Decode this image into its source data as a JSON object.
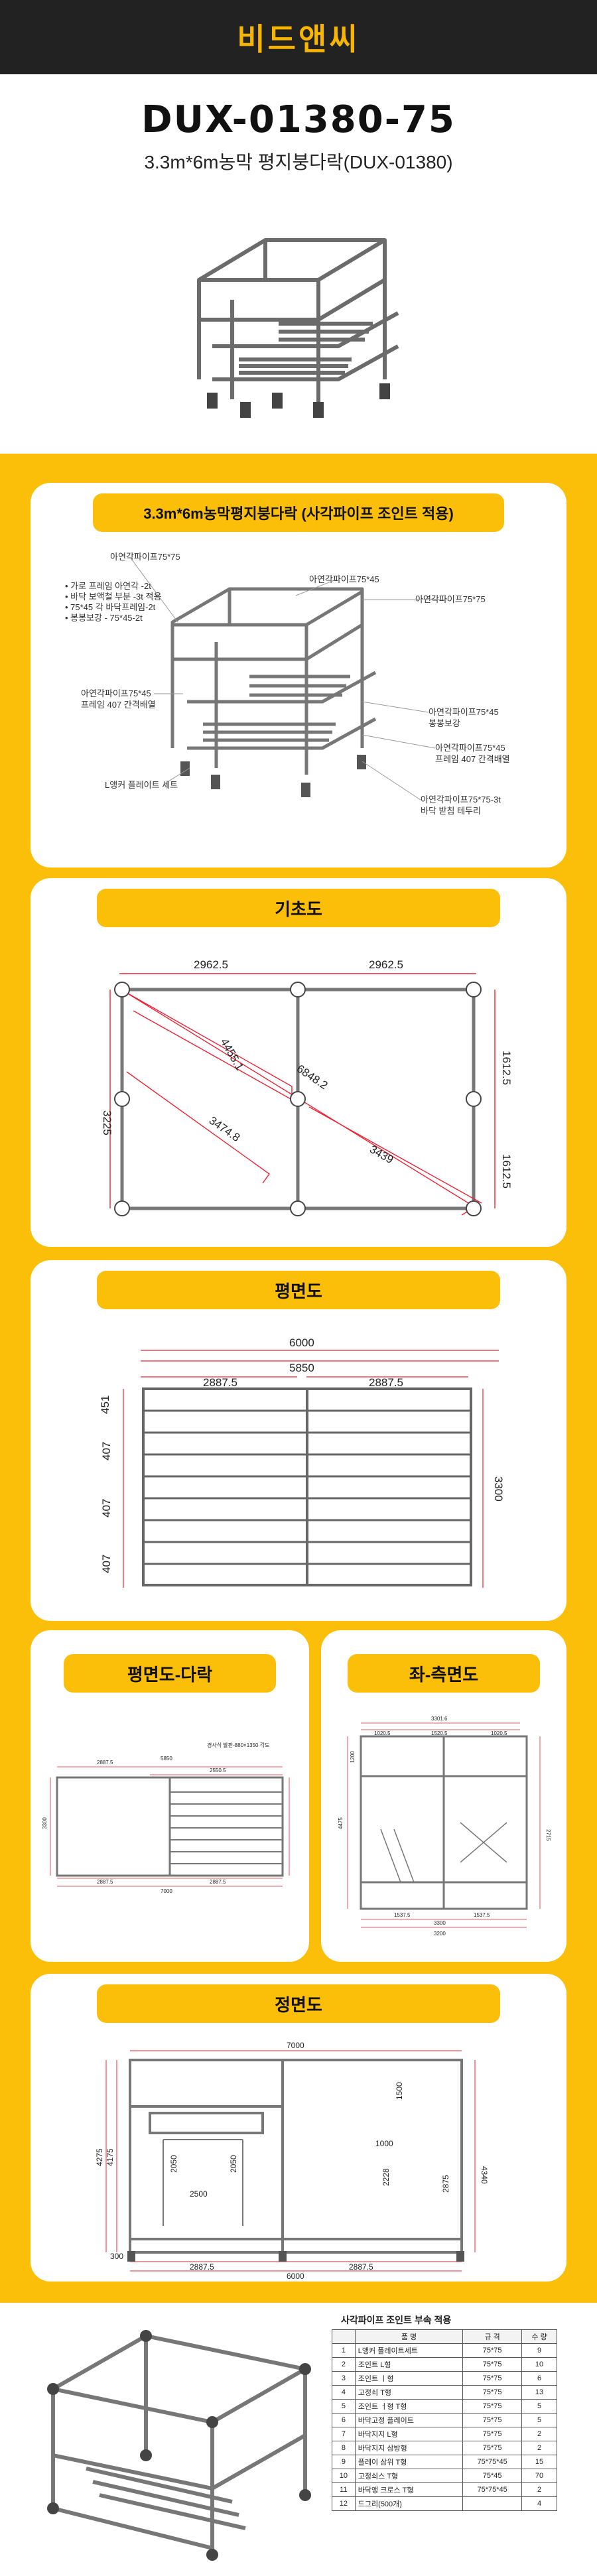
{
  "brand": "비드앤씨",
  "product": {
    "model": "DUX-01380-75",
    "subtitle": "3.3m*6m농막 평지붕다락(DUX-01380)"
  },
  "sections": {
    "overview": {
      "title": "3.3m*6m농막평지붕다락 (사각파이프 조인트 적용)",
      "labels": {
        "top_left": "아연각파이프75*75",
        "top_mid": "아연각파이프75*45",
        "top_right": "아연각파이프75*75",
        "notes": [
          "• 가로 프레임 아연각 -2t",
          "• 바닥 보액철 부분 -3t 적용",
          "• 75*45 각 바닥프레임-2t",
          "• 봉봉보강 - 75*45-2t"
        ],
        "left_mid": "아연각파이프75*45\n프레임 407 간격배열",
        "right_a": "아연각파이프75*45\n봉봉보강",
        "right_b": "아연각파이프75*45\n프레임 407 간격배열",
        "bottom_left": "L앵커 플레이트 세트",
        "bottom_right": "아연각파이프75*75-3t\n바닥 받침 테두리"
      }
    },
    "foundation": {
      "title": "기초도",
      "dims": {
        "top_a": "2962.5",
        "top_b": "2962.5",
        "right_a": "1612.5",
        "right_b": "1612.5",
        "left": "3225",
        "diag_a": "4455.1",
        "diag_b": "6848.2",
        "diag_c": "3474.8",
        "diag_d": "3439"
      }
    },
    "plan": {
      "title": "평면도",
      "dims": {
        "overall": "6000",
        "inner": "5850",
        "half_a": "2887.5",
        "half_b": "2887.5",
        "left_a": "451",
        "left_b": "407",
        "left_c": "407",
        "left_d": "407",
        "right": "3300"
      }
    },
    "loft_plan": {
      "title": "평면도-다락",
      "dims": {
        "a": "2887.5",
        "b": "2550.5",
        "c": "2887.5",
        "d": "2887.5",
        "e": "5850",
        "f": "3300",
        "g": "7000",
        "note": "경사식 발판-880×1350 각도"
      }
    },
    "side_view": {
      "title": "좌-측면도",
      "dims": {
        "top": "3301.6",
        "a": "1020.5",
        "b": "1520.5",
        "c": "1020.5",
        "h1": "1200",
        "h2": "4475",
        "h3": "2715",
        "d": "1537.5",
        "e": "1537.5",
        "f": "3300",
        "g": "3200"
      }
    },
    "front_view": {
      "title": "정면도",
      "dims": {
        "top": "7000",
        "a": "1500",
        "b": "1000",
        "c": "2050",
        "d": "2050",
        "e": "2500",
        "f": "2228",
        "g": "4275",
        "h": "4175",
        "i": "4340",
        "j": "2875",
        "k": "2887.5",
        "l": "2887.5",
        "m": "6000",
        "n": "300"
      }
    }
  },
  "parts_table": {
    "title": "사각파이프 조인트 부속 적용",
    "headers": [
      "",
      "품 명",
      "규 격",
      "수 량"
    ],
    "rows": [
      [
        "1",
        "L앵커 플레이트세트",
        "75*75",
        "9"
      ],
      [
        "2",
        "조인트 L형",
        "75*75",
        "10"
      ],
      [
        "3",
        "조인트 ㅣ형",
        "75*75",
        "6"
      ],
      [
        "4",
        "고정쇠 T형",
        "75*75",
        "13"
      ],
      [
        "5",
        "조인트 ㅓ형 T형",
        "75*75",
        "5"
      ],
      [
        "6",
        "바닥고정 플레이트",
        "75*75",
        "5"
      ],
      [
        "7",
        "바닥지지 L형",
        "75*75",
        "2"
      ],
      [
        "8",
        "바닥지지 삼방형",
        "75*75",
        "2"
      ],
      [
        "9",
        "플레이 삼위 T형",
        "75*75*45",
        "15"
      ],
      [
        "10",
        "고정쇠스 T형",
        "75*45",
        "70"
      ],
      [
        "11",
        "바닥앵 크로스 T형",
        "75*75*45",
        "2"
      ],
      [
        "12",
        "드그리(500개)",
        "",
        "4"
      ]
    ]
  },
  "colors": {
    "accent": "#fbbf0a",
    "dark": "#222222"
  }
}
